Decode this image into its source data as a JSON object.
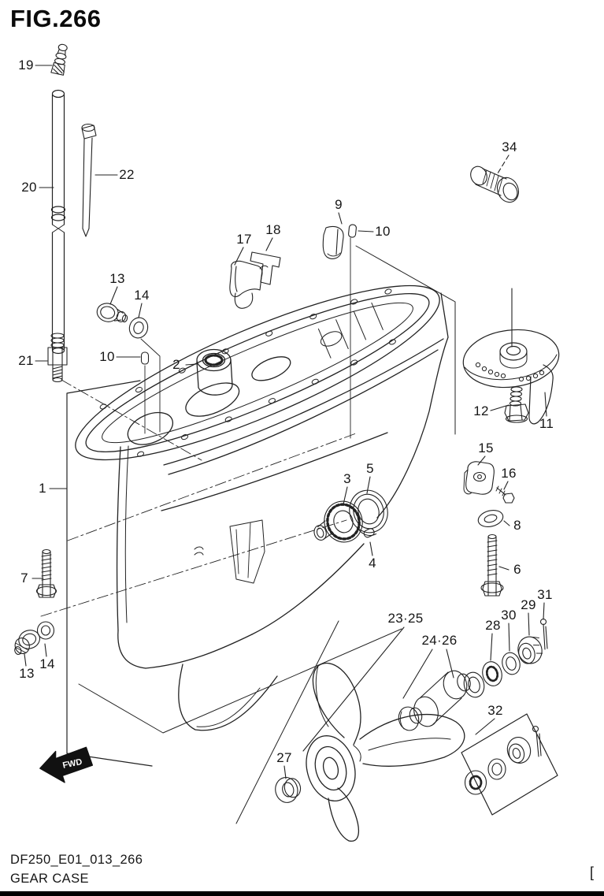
{
  "figure": {
    "title": "FIG.266",
    "drawing_code": "DF250_E01_013_266",
    "drawing_name": "GEAR CASE",
    "corner_bracket": "["
  },
  "fwd_marker": {
    "label": "FWD"
  },
  "callouts": [
    {
      "label": "19"
    },
    {
      "label": "20"
    },
    {
      "label": "22"
    },
    {
      "label": "21"
    },
    {
      "label": "13"
    },
    {
      "label": "14"
    },
    {
      "label": "10"
    },
    {
      "label": "2"
    },
    {
      "label": "17"
    },
    {
      "label": "18"
    },
    {
      "label": "9"
    },
    {
      "label": "10"
    },
    {
      "label": "34"
    },
    {
      "label": "12"
    },
    {
      "label": "11"
    },
    {
      "label": "15"
    },
    {
      "label": "16"
    },
    {
      "label": "8"
    },
    {
      "label": "6"
    },
    {
      "label": "1"
    },
    {
      "label": "3"
    },
    {
      "label": "5"
    },
    {
      "label": "4"
    },
    {
      "label": "7"
    },
    {
      "label": "13"
    },
    {
      "label": "14"
    },
    {
      "label": "23·25"
    },
    {
      "label": "24·26"
    },
    {
      "label": "28"
    },
    {
      "label": "30"
    },
    {
      "label": "29"
    },
    {
      "label": "31"
    },
    {
      "label": "27"
    },
    {
      "label": "32"
    }
  ]
}
